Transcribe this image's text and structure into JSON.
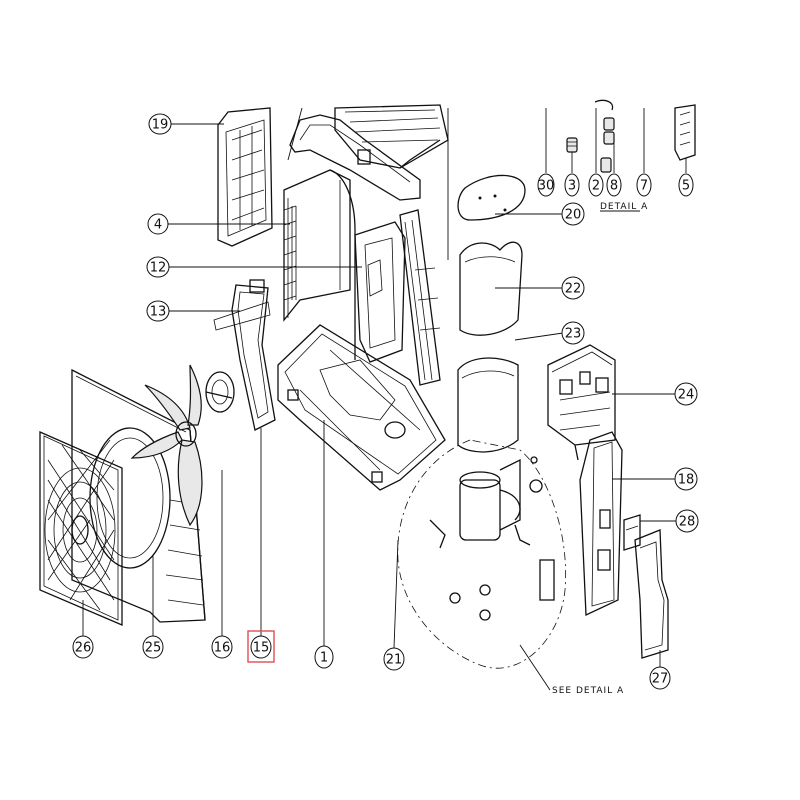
{
  "callouts": [
    {
      "id": "c19",
      "label": "19"
    },
    {
      "id": "c4",
      "label": "4"
    },
    {
      "id": "c12",
      "label": "12"
    },
    {
      "id": "c13",
      "label": "13"
    },
    {
      "id": "c30",
      "label": "30"
    },
    {
      "id": "c3",
      "label": "3"
    },
    {
      "id": "c2",
      "label": "2"
    },
    {
      "id": "c8",
      "label": "8"
    },
    {
      "id": "c7",
      "label": "7"
    },
    {
      "id": "c5",
      "label": "5"
    },
    {
      "id": "c20",
      "label": "20"
    },
    {
      "id": "c22",
      "label": "22"
    },
    {
      "id": "c23",
      "label": "23"
    },
    {
      "id": "c24",
      "label": "24"
    },
    {
      "id": "c18",
      "label": "18"
    },
    {
      "id": "c28",
      "label": "28"
    },
    {
      "id": "c27",
      "label": "27"
    },
    {
      "id": "c26",
      "label": "26"
    },
    {
      "id": "c25",
      "label": "25"
    },
    {
      "id": "c16",
      "label": "16"
    },
    {
      "id": "c15",
      "label": "15"
    },
    {
      "id": "c1",
      "label": "1"
    },
    {
      "id": "c21",
      "label": "21"
    }
  ],
  "detail_label": "DETAIL  A",
  "see_detail_label": "SEE DETAIL  A",
  "highlighted_callout": "15",
  "colors": {
    "line": "#111111",
    "highlight": "#e05050",
    "background": "#ffffff"
  }
}
